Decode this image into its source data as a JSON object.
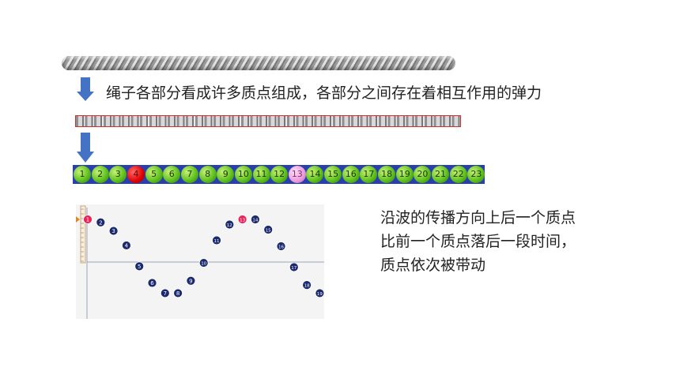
{
  "caption_top": "绳子各部分看成许多质点组成，各部分之间存在着相互作用的弹力",
  "balls": {
    "labels": [
      "1",
      "2",
      "3",
      "4",
      "5",
      "6",
      "7",
      "8",
      "9",
      "10",
      "11",
      "12",
      "13",
      "14",
      "15",
      "16",
      "17",
      "18",
      "19",
      "20",
      "21",
      "22",
      "23"
    ],
    "highlight_red": "4",
    "highlight_pink": "13"
  },
  "wave": {
    "points": [
      {
        "label": "1",
        "level": 1.0,
        "color": "#e8245a"
      },
      {
        "label": "2",
        "level": 0.93,
        "color": "#1a2a6c"
      },
      {
        "label": "3",
        "level": 0.73,
        "color": "#1a2a6c"
      },
      {
        "label": "4",
        "level": 0.39,
        "color": "#1a2a6c"
      },
      {
        "label": "5",
        "level": -0.1,
        "color": "#1a2a6c"
      },
      {
        "label": "6",
        "level": -0.49,
        "color": "#1a2a6c"
      },
      {
        "label": "7",
        "level": -0.73,
        "color": "#1a2a6c"
      },
      {
        "label": "8",
        "level": -0.73,
        "color": "#1a2a6c"
      },
      {
        "label": "9",
        "level": -0.44,
        "color": "#1a2a6c"
      },
      {
        "label": "10",
        "level": -0.02,
        "color": "#1a2a6c"
      },
      {
        "label": "11",
        "level": 0.51,
        "color": "#1a2a6c"
      },
      {
        "label": "12",
        "level": 0.88,
        "color": "#1a2a6c"
      },
      {
        "label": "13",
        "level": 1.0,
        "color": "#e8245a"
      },
      {
        "label": "14",
        "level": 1.0,
        "color": "#1a2a6c"
      },
      {
        "label": "15",
        "level": 0.76,
        "color": "#1a2a6c"
      },
      {
        "label": "16",
        "level": 0.37,
        "color": "#1a2a6c"
      },
      {
        "label": "17",
        "level": -0.12,
        "color": "#1a2a6c"
      },
      {
        "label": "18",
        "level": -0.54,
        "color": "#1a2a6c"
      },
      {
        "label": "19",
        "level": -0.73,
        "color": "#1a2a6c"
      }
    ]
  },
  "caption_right": [
    "沿波的传播方向上后一个质点",
    "比前一个质点落后一段时间，",
    "质点依次被带动"
  ],
  "colors": {
    "arrow": "#4472c4",
    "highlight_red": "#e00000",
    "highlight_pink": "#e89ad8",
    "axis": "#9aa4b8"
  }
}
